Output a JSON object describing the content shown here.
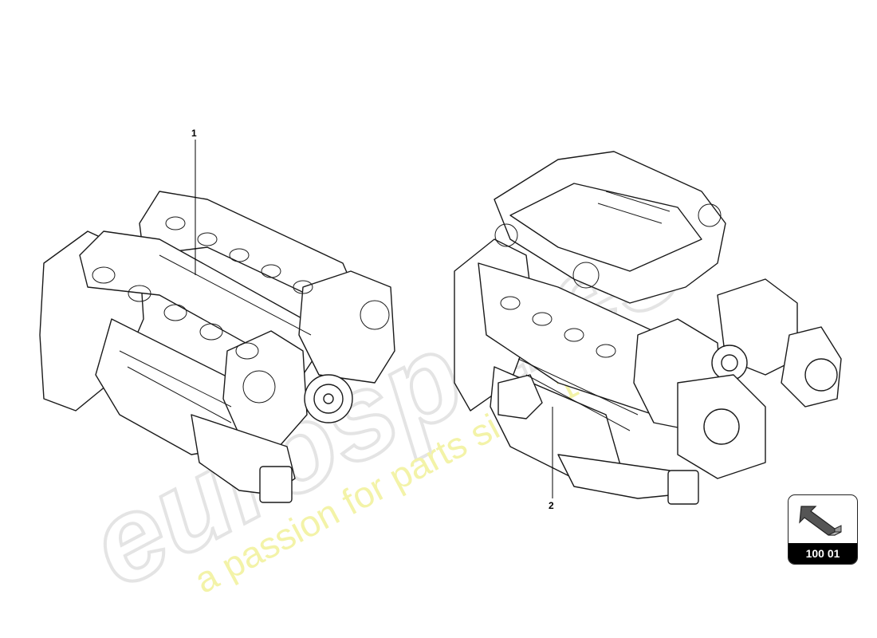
{
  "callouts": [
    {
      "number": "1"
    },
    {
      "number": "2"
    }
  ],
  "nav_badge": {
    "code": "100 01",
    "icon": "arrow-back-icon"
  },
  "watermark": {
    "brand": "eurospares",
    "slogan": "a passion for parts since 1985"
  },
  "colors": {
    "line": "#1a1a1a",
    "watermark_brand": "#e6e6e6",
    "watermark_slogan": "#f2f2a0"
  }
}
